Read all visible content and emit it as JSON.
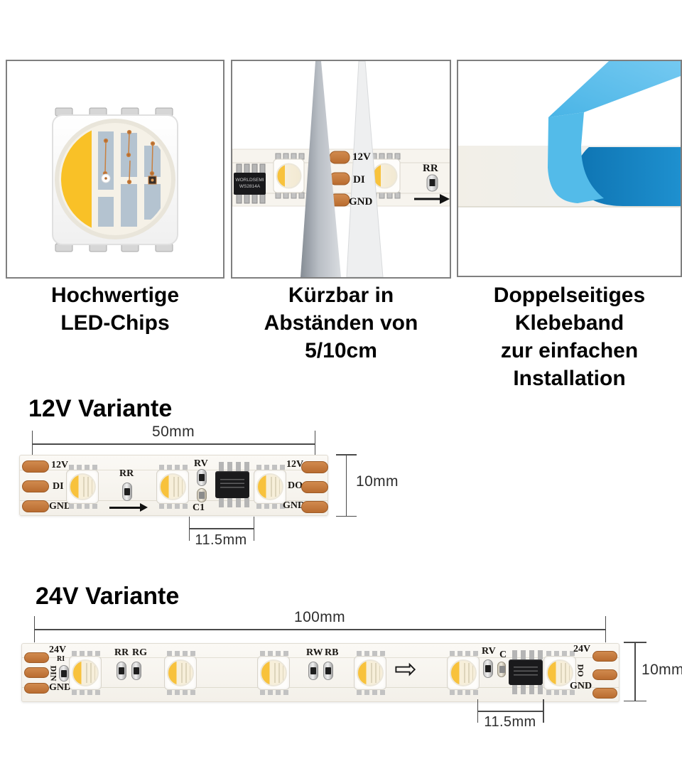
{
  "panels": {
    "led_chip": {
      "caption_lines": [
        "Hochwertige",
        "LED-Chips"
      ]
    },
    "cuttable": {
      "caption_lines": [
        "Kürzbar in",
        "Abständen von",
        "5/10cm"
      ],
      "strip_labels": {
        "pad1": "12V",
        "pad2": "DI",
        "pad3": "GND",
        "resistor": "RR"
      },
      "ic_marking": [
        "WORLDSEMI",
        "WS2814A"
      ]
    },
    "tape": {
      "caption_lines": [
        "Doppelseitiges",
        "Klebeband",
        "zur einfachen",
        "Installation"
      ]
    }
  },
  "variant_12v": {
    "title": "12V Variante",
    "dims": {
      "width": "50mm",
      "height": "10mm",
      "pitch": "11.5mm"
    },
    "left_pads": [
      "12V",
      "DI",
      "GND"
    ],
    "right_pads": [
      "12V",
      "DO",
      "GND"
    ],
    "labels": {
      "rr": "RR",
      "rv": "RV",
      "c1": "C1"
    }
  },
  "variant_24v": {
    "title": "24V Variante",
    "dims": {
      "width": "100mm",
      "height": "10mm",
      "pitch": "11.5mm"
    },
    "left_pads": [
      "24V",
      "DIN",
      "GND"
    ],
    "right_pads": [
      "24V",
      "DO",
      "GND"
    ],
    "labels": {
      "ri": "RI",
      "rr": "RR",
      "rg": "RG",
      "rw": "RW",
      "rb": "RB",
      "rv": "RV",
      "c": "C"
    },
    "arrow_icon": "⇨"
  },
  "colors": {
    "copper_pad": "#c0763c",
    "led_yellow": "#f8c33d",
    "tape_liner_dark": "#1583c4",
    "tape_liner_light": "#5fc0ec",
    "dimension_line": "#4a4a4a"
  }
}
